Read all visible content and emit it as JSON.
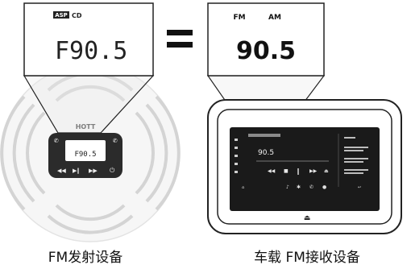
{
  "transmitter": {
    "lcd_badge": "ASP",
    "lcd_mode": "CD",
    "lcd_frequency": "F90.5",
    "brand": "HOTT",
    "mini_lcd_frequency": "F90.5",
    "caption": "FM发射设备"
  },
  "equals_sign": "=",
  "receiver": {
    "band_fm": "FM",
    "band_am": "AM",
    "frequency": "90.5",
    "screen_frequency": "90.5",
    "caption": "车载 FM接收设备"
  },
  "colors": {
    "lcd_bg": "#ffffff",
    "screen_bg": "#1a1a1a",
    "gray_rings": "#cfcfcf",
    "outline": "#222222"
  }
}
